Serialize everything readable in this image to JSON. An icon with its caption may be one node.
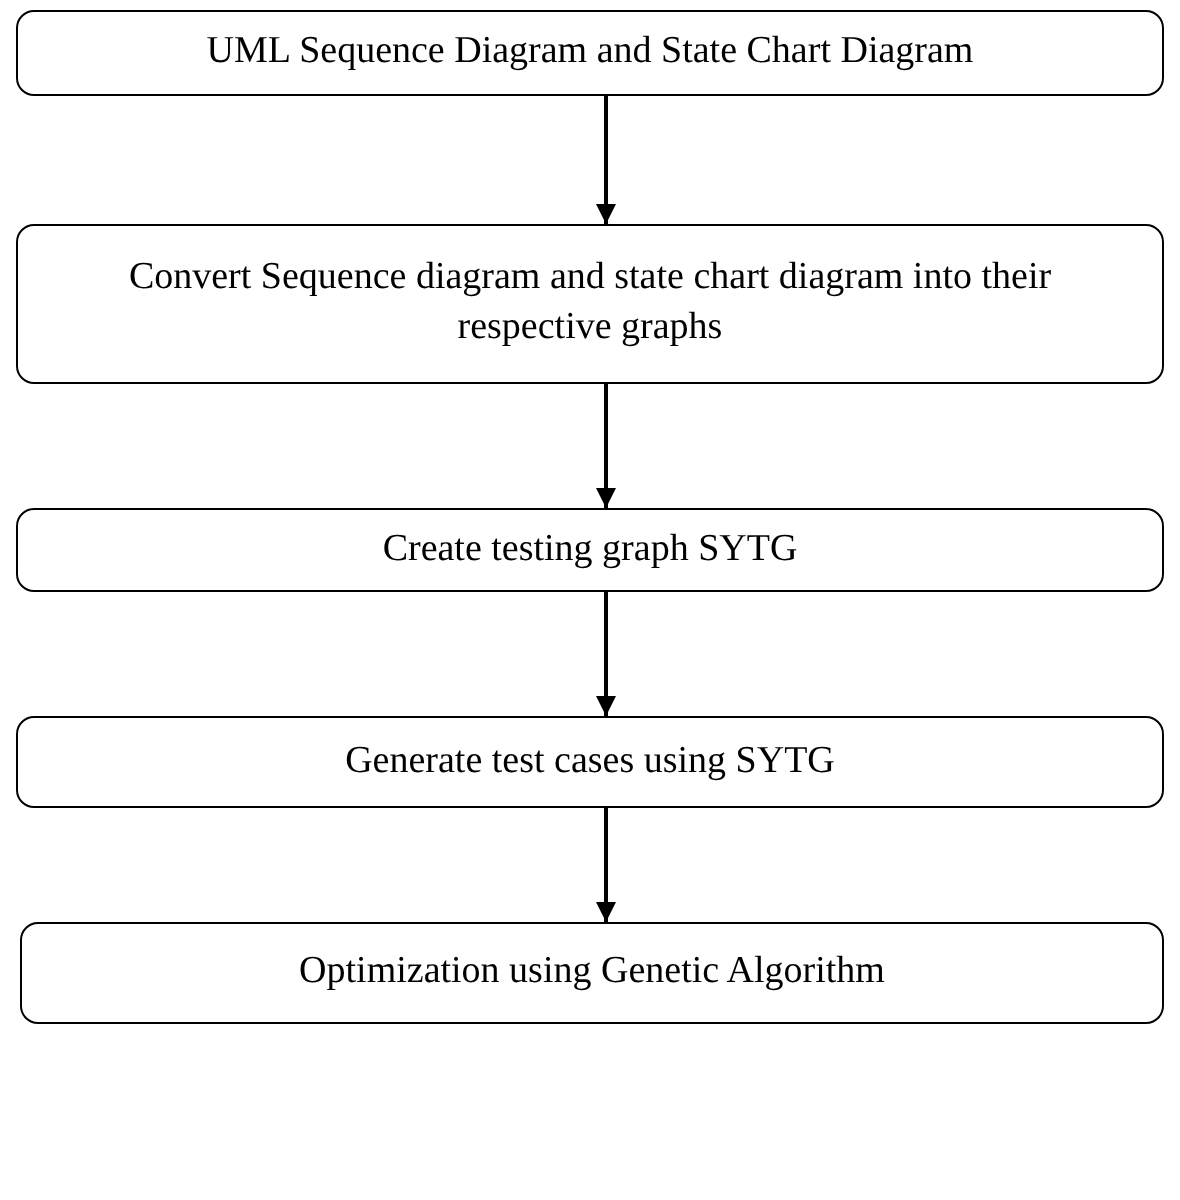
{
  "diagram": {
    "nodes": [
      {
        "text": [
          "UML Sequence Diagram and State Chart Diagram"
        ]
      },
      {
        "text": [
          "Convert Sequence diagram and state chart diagram into their respective graphs"
        ]
      },
      {
        "text": [
          "Create testing graph SYTG"
        ]
      },
      {
        "text": [
          "Generate test cases using SYTG"
        ]
      },
      {
        "text": [
          "Optimization using Genetic Algorithm"
        ]
      }
    ],
    "edges": [
      {
        "from": 0,
        "to": 1,
        "arrow": "to"
      },
      {
        "from": 1,
        "to": 2,
        "arrow": "to"
      },
      {
        "from": 2,
        "to": 3,
        "arrow": "to"
      },
      {
        "from": 3,
        "to": 4,
        "arrow": "to"
      }
    ]
  }
}
